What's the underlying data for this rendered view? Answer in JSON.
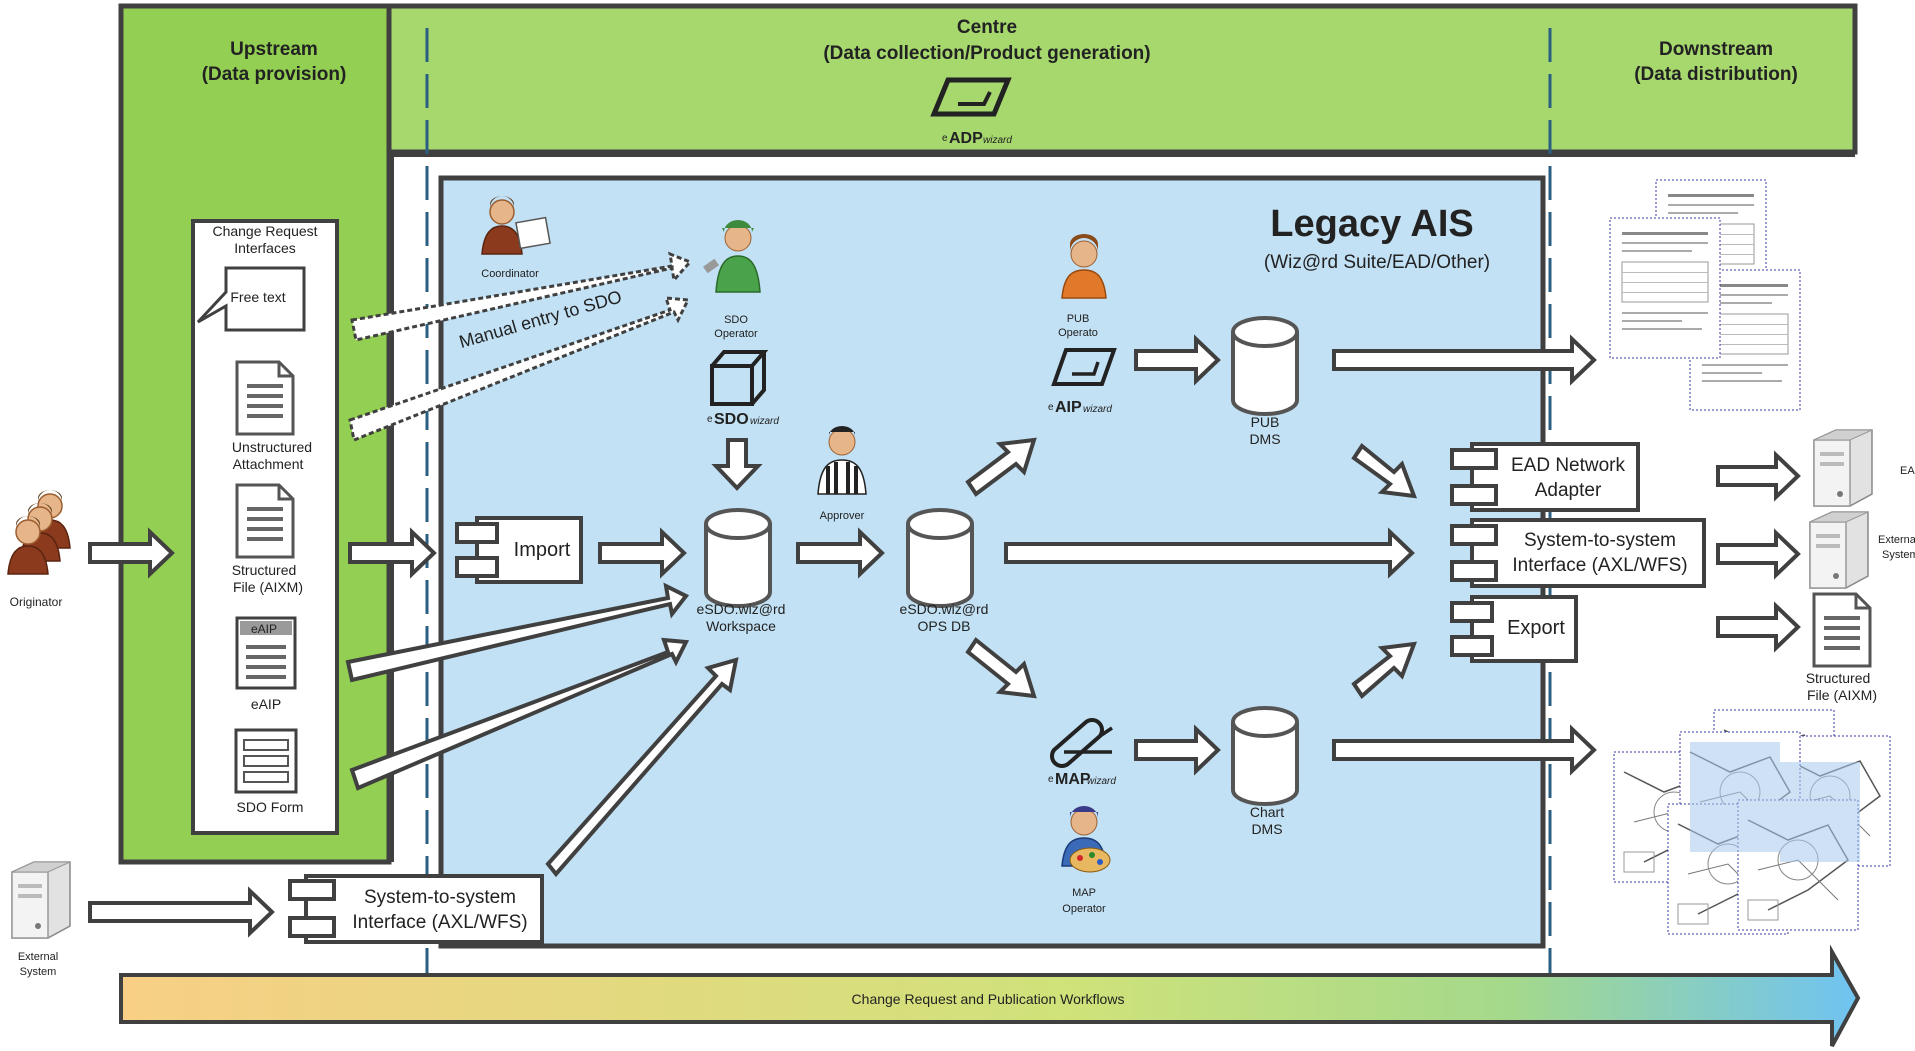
{
  "zones": {
    "upstream": {
      "title": "Upstream",
      "subtitle": "(Data provision)"
    },
    "centre": {
      "title": "Centre",
      "subtitle": "(Data collection/Product generation)"
    },
    "downstream": {
      "title": "Downstream",
      "subtitle": "(Data distribution)"
    }
  },
  "eadp_logo": {
    "prefix": "e",
    "main": "ADP",
    "suffix": "wizard"
  },
  "legacy": {
    "title": "Legacy AIS",
    "subtitle": "(Wiz@rd Suite/EAD/Other)"
  },
  "change_request": {
    "title_line1": "Change Request",
    "title_line2": "Interfaces",
    "free_text": "Free text",
    "unstructured_line1": "Unstructured",
    "unstructured_line2": "Attachment",
    "structured_line1": "Structured",
    "structured_line2": "File (AIXM)",
    "eaip_icon_text": "eAIP",
    "eaip": "eAIP",
    "sdo_form": "SDO Form"
  },
  "actors": {
    "coordinator": "Coordinator",
    "sdo_operator_line1": "SDO",
    "sdo_operator_line2": "Operator",
    "approver": "Approver",
    "pub_operator_line1": "PUB",
    "pub_operator_line2": "Operato",
    "map_operator_line1": "MAP",
    "map_operator_line2": "Operator",
    "originator": "Originator",
    "external_left_line1": "External",
    "external_left_line2": "System"
  },
  "manual_entry": "Manual entry to SDO",
  "logos": {
    "esdo": {
      "prefix": "e",
      "main": "SDO",
      "suffix": "wizard"
    },
    "eaip": {
      "prefix": "e",
      "main": "AIP",
      "suffix": "wizard"
    },
    "emap": {
      "prefix": "e",
      "main": "MAP",
      "suffix": "wizard"
    }
  },
  "components": {
    "import": "Import",
    "s2s_left_line1": "System-to-system",
    "s2s_left_line2": "Interface (AXL/WFS)",
    "ead_adapter_line1": "EAD Network",
    "ead_adapter_line2": "Adapter",
    "s2s_right_line1": "System-to-system",
    "s2s_right_line2": "Interface (AXL/WFS)",
    "export": "Export"
  },
  "databases": {
    "workspace_line1": "eSDO.wiz@rd",
    "workspace_line2": "Workspace",
    "opsdb_line1": "eSDO.wiz@rd",
    "opsdb_line2": "OPS DB",
    "pubdms_line1": "PUB",
    "pubdms_line2": "DMS",
    "chartdms_line1": "Chart",
    "chartdms_line2": "DMS"
  },
  "outputs": {
    "ead": "EAD",
    "external_line1": "Externa",
    "external_line2": "System",
    "structured_line1": "Structured",
    "structured_line2": "File (AIXM)"
  },
  "workflow": "Change Request and Publication Workflows",
  "colors": {
    "green_outer": "#a6d86e",
    "green_upstream": "#93cf52",
    "legacy_blue": "#c2e1f4",
    "box_stroke": "#404040",
    "arrow_fill": "#ffffff",
    "dash_line": "#2a5f82",
    "workflow_start": "#f8cf85",
    "workflow_end": "#6fc3f2"
  }
}
